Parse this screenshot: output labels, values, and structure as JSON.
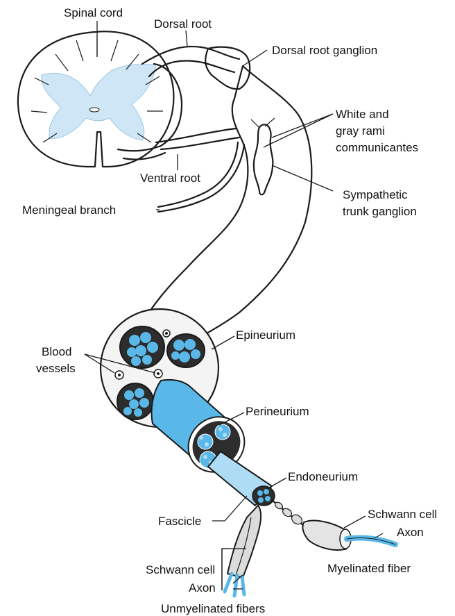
{
  "colors": {
    "gray_matter": "#cfe6f6",
    "nerve_blue": "#5ab8e8",
    "nerve_light": "#aedcf4",
    "fascicle_dark": "#2d2d2d",
    "outline": "#1a1a1a",
    "background": "#ffffff"
  },
  "labels": {
    "spinal_cord": "Spinal cord",
    "dorsal_root": "Dorsal root",
    "dorsal_root_ganglion": "Dorsal root ganglion",
    "rami_line1": "White and",
    "rami_line2": "gray rami",
    "rami_line3": "communicantes",
    "ventral_root": "Ventral root",
    "sympathetic_line1": "Sympathetic",
    "sympathetic_line2": "trunk ganglion",
    "meningeal_branch": "Meningeal branch",
    "epineurium": "Epineurium",
    "blood_vessels_line1": "Blood",
    "blood_vessels_line2": "vessels",
    "perineurium": "Perineurium",
    "endoneurium": "Endoneurium",
    "fascicle": "Fascicle",
    "schwann_cell_myelinated": "Schwann cell",
    "axon_myelinated": "Axon",
    "myelinated_fiber": "Myelinated fiber",
    "schwann_cell_unmyelinated": "Schwann cell",
    "axon_unmyelinated": "Axon",
    "unmyelinated_fibers": "Unmyelinated fibers"
  }
}
